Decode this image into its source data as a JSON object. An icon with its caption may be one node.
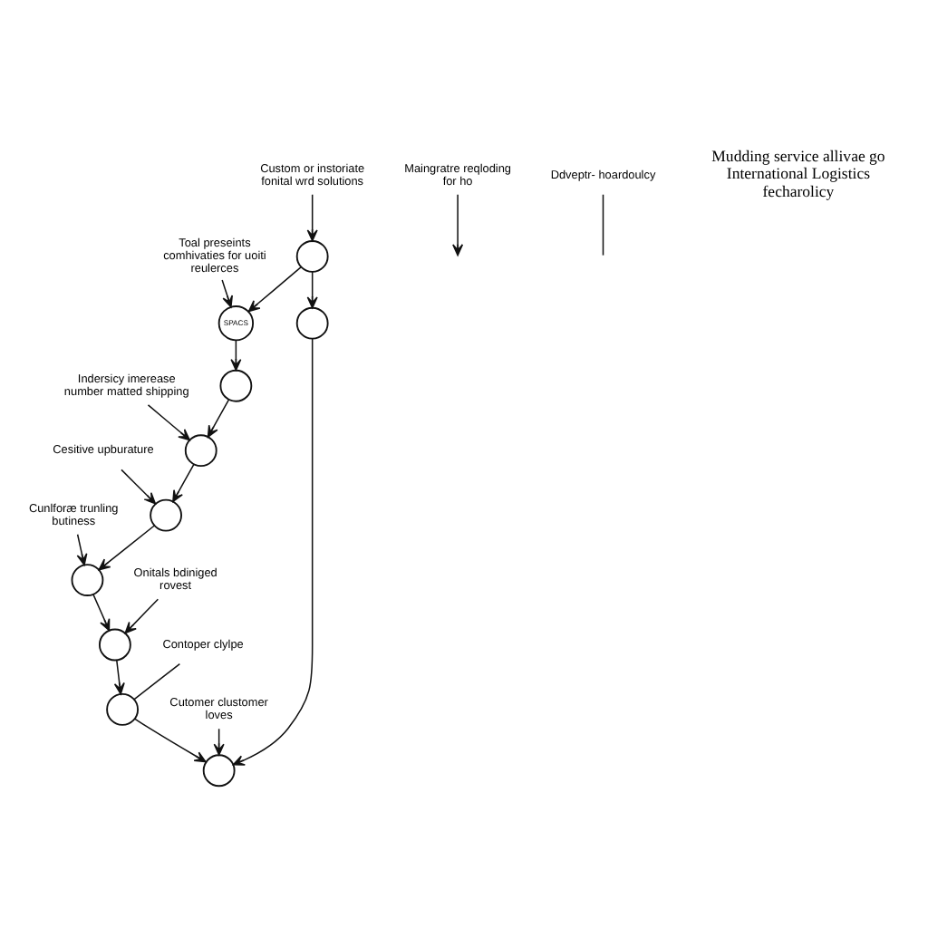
{
  "diagram": {
    "nodes": [
      {
        "text": [
          "Cunlforæ trunling butiness"
        ]
      },
      {
        "text": [],
        "shape": "circle"
      },
      {
        "text": [
          "Cesitive upburature"
        ]
      },
      {
        "text": [],
        "shape": "circle"
      },
      {
        "text": [
          "Onitals bdiniged rovest"
        ]
      },
      {
        "text": [],
        "shape": "circle"
      },
      {
        "text": [
          "Indersicy imerease number matted shipping"
        ]
      },
      {
        "text": [],
        "shape": "circle"
      },
      {
        "text": [
          "Contoper clylpe"
        ]
      },
      {
        "text": [],
        "shape": "circle"
      },
      {
        "text": [],
        "shape": "circle"
      },
      {
        "text": [
          "Maingratre reqloding for ho"
        ]
      },
      {
        "text": [
          "SPACS"
        ]
      },
      {
        "text": [
          "Toal preseints comhivaties for uoiti reulerces"
        ]
      },
      {
        "text": [],
        "shape": "circle"
      },
      {
        "text": [
          "Cutomer clustomer loves"
        ]
      },
      {
        "text": [],
        "shape": "circle"
      },
      {
        "text": [],
        "shape": "circle"
      },
      {
        "text": [
          "Ddveptr- hoardoulcy"
        ]
      },
      {
        "text": [
          "Custom or instoriate fonital wrd solutions"
        ]
      }
    ],
    "edges": [
      {
        "from": 12,
        "to": 10,
        "arrow": "to"
      },
      {
        "from": 10,
        "to": 7,
        "arrow": "to"
      },
      {
        "from": 7,
        "to": 3,
        "arrow": "to"
      },
      {
        "from": 3,
        "to": 1,
        "arrow": "to"
      },
      {
        "from": 1,
        "to": 5,
        "arrow": "to"
      },
      {
        "from": 5,
        "to": 9,
        "arrow": "to"
      },
      {
        "from": 9,
        "to": 14,
        "arrow": "to"
      },
      {
        "from": 16,
        "to": 14,
        "arrow": "to"
      },
      {
        "from": 17,
        "to": 16,
        "arrow": "to"
      },
      {
        "from": 17,
        "to": 12,
        "arrow": "to"
      },
      {
        "from": 0,
        "to": 1,
        "arrow": "to"
      },
      {
        "from": 2,
        "to": 3,
        "arrow": "to"
      },
      {
        "from": 4,
        "to": 5,
        "arrow": "to"
      },
      {
        "from": 6,
        "to": 7,
        "arrow": "to"
      },
      {
        "from": 8,
        "to": 9,
        "arrow": "none"
      },
      {
        "from": 11,
        "to": null,
        "arrow": "to"
      },
      {
        "from": 13,
        "to": 12,
        "arrow": "to"
      },
      {
        "from": 15,
        "to": 14,
        "arrow": "to"
      },
      {
        "from": 18,
        "to": null,
        "arrow": "none"
      },
      {
        "from": 19,
        "to": 17,
        "arrow": "to"
      }
    ],
    "labels": [
      "Mudding service allivae go International Logistics fecharolicy"
    ]
  }
}
